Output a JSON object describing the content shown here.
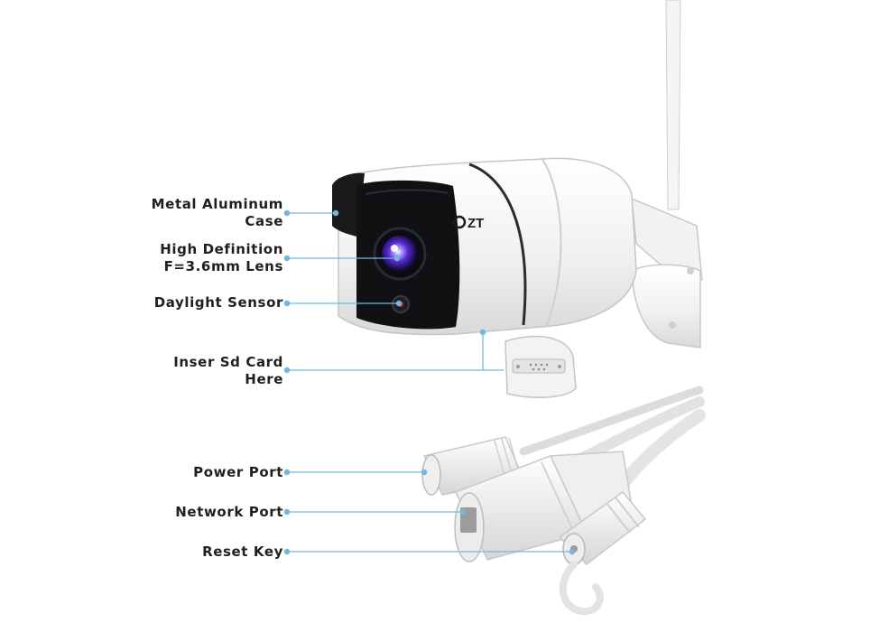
{
  "colors": {
    "leader": "#74b6dd",
    "text": "#1f1f1f",
    "camera_body": "#f3f3f3",
    "camera_face": "#111114"
  },
  "logo_text": "OZT",
  "callouts": [
    {
      "id": "metal-aluminum-case",
      "lines": [
        "Metal Aluminum",
        "Case"
      ]
    },
    {
      "id": "hd-lens",
      "lines": [
        "High Definition",
        "F=3.6mm Lens"
      ]
    },
    {
      "id": "daylight-sensor",
      "lines": [
        "Daylight Sensor"
      ]
    },
    {
      "id": "sd-card",
      "lines": [
        "Inser Sd Card",
        "Here"
      ]
    },
    {
      "id": "power-port",
      "lines": [
        "Power Port"
      ]
    },
    {
      "id": "network-port",
      "lines": [
        "Network Port"
      ]
    },
    {
      "id": "reset-key",
      "lines": [
        "Reset Key"
      ]
    }
  ]
}
